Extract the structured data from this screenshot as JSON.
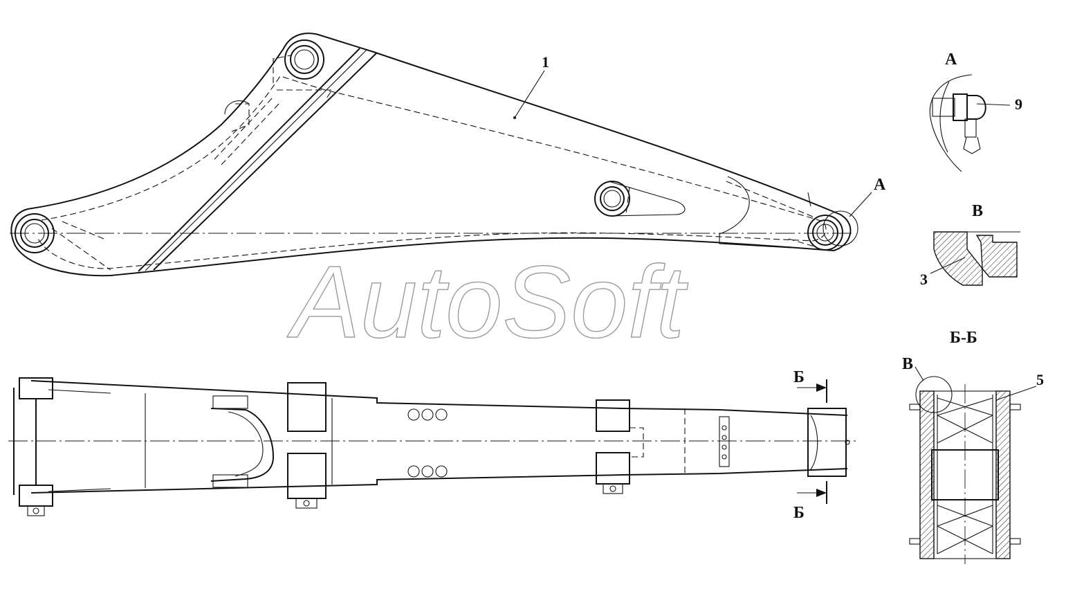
{
  "watermark": "AutoSoft",
  "labels": {
    "part_1": "1",
    "part_3": "3",
    "part_5": "5",
    "part_9": "9",
    "view_a_marker": "А",
    "view_a_title": "А",
    "view_v_title": "В",
    "view_v_marker": "В",
    "section_bb_title": "Б-Б",
    "section_mark_top": "Б",
    "section_mark_bottom": "Б"
  }
}
